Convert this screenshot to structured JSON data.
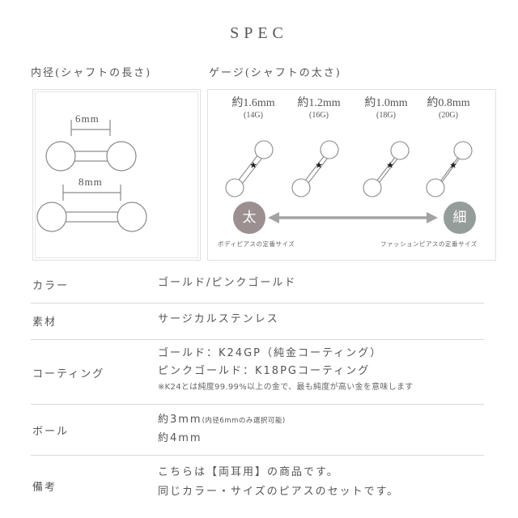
{
  "title": "SPEC",
  "sections": {
    "inner_diameter_label": "内径(シャフトの長さ)",
    "gauge_label": "ゲージ(シャフトの太さ)"
  },
  "inner_diameter": {
    "sizes": [
      {
        "label": "6mm"
      },
      {
        "label": "8mm"
      }
    ]
  },
  "gauge": {
    "items": [
      {
        "mm": "約1.6mm",
        "g": "(14G)"
      },
      {
        "mm": "約1.2mm",
        "g": "(16G)"
      },
      {
        "mm": "約1.0mm",
        "g": "(18G)"
      },
      {
        "mm": "約0.8mm",
        "g": "(20G)"
      }
    ],
    "thick_label": "太",
    "thin_label": "細",
    "thick_color": "#9b8f8f",
    "thin_color": "#959d9b",
    "arrow_color": "#a3a3a3",
    "thick_caption": "ボディピアスの定番サイズ",
    "thin_caption": "ファッションピアスの定番サイズ"
  },
  "specs": [
    {
      "label": "カラー",
      "lines": [
        "ゴールド/ピンクゴールド"
      ]
    },
    {
      "label": "素材",
      "lines": [
        "サージカルステンレス"
      ]
    },
    {
      "label": "コーティング",
      "lines": [
        "ゴールド：K24GP（純金コーティング）",
        "ピンクゴールド：K18PGコーティング"
      ],
      "note": "※K24とは純度99.99%以上の金で、最も純度が高い金を意味します"
    },
    {
      "label": "ボール",
      "lines": [
        "約3mm",
        "約4mm"
      ],
      "line1_small": "(内径6mmのみ選択可能)"
    },
    {
      "label": "備考",
      "lines": [
        "こちらは【両耳用】の商品です。",
        "同じカラー・サイズのピアスのセットです。"
      ]
    }
  ]
}
